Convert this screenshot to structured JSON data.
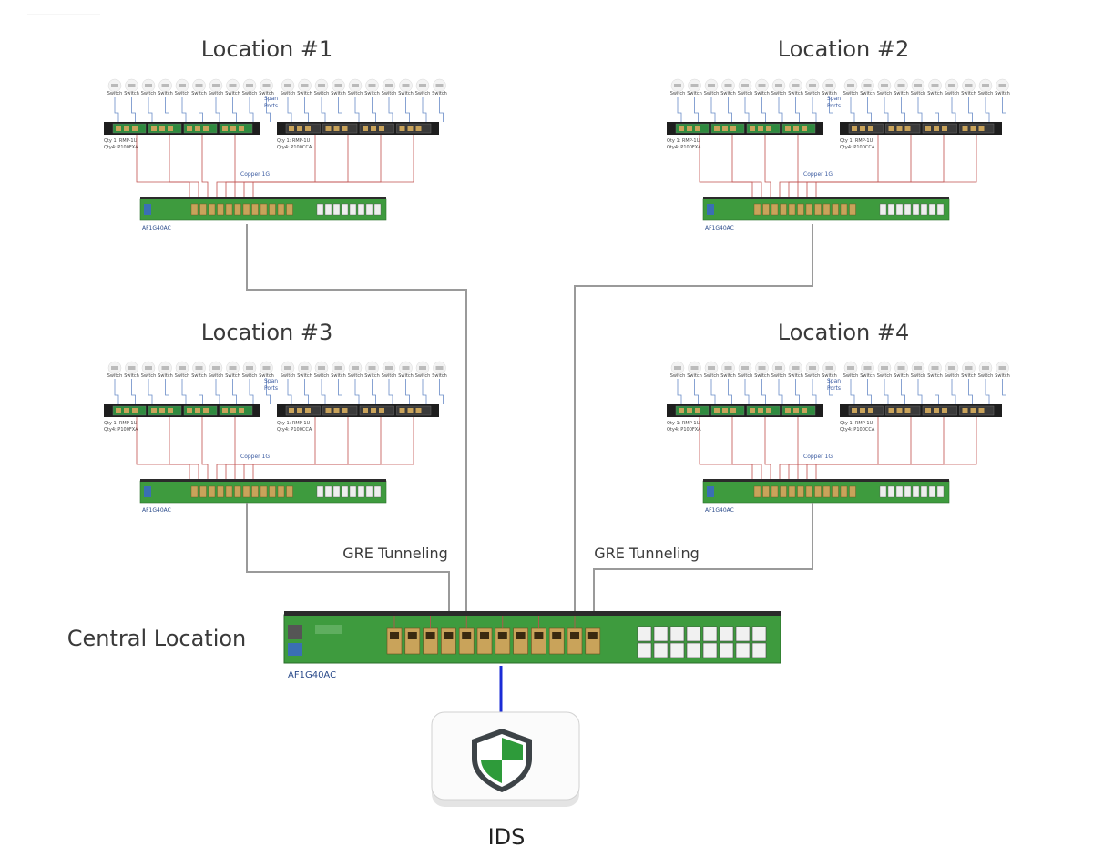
{
  "locations": [
    {
      "title": "Location #1"
    },
    {
      "title": "Location #2"
    },
    {
      "title": "Location #3"
    },
    {
      "title": "Location #4"
    }
  ],
  "site_labels": {
    "span_ports_line1": "Span",
    "span_ports_line2": "Ports",
    "tap_left_line1": "Qty 1: RMP-1U",
    "tap_left_line2": "Qty4: P100FXA",
    "tap_right_line1": "Qty 1: RMP-1U",
    "tap_right_line2": "Qty4: P100CCA",
    "copper": "Copper 1G",
    "switch_model": "AF1G40AC",
    "device_label": "Switch"
  },
  "central": {
    "label": "Central Location",
    "switch_model": "AF1G40AC"
  },
  "gre_left": "GRE Tunneling",
  "gre_right": "GRE Tunneling",
  "ids": {
    "label": "IDS",
    "icon": "shield-icon"
  },
  "colors": {
    "switch_green": "#3e9b3e",
    "link_gray": "#9a9a9a",
    "tap_red": "#c0504d",
    "span_blue": "#6a8cc8",
    "ids_link": "#1a2bd6"
  }
}
